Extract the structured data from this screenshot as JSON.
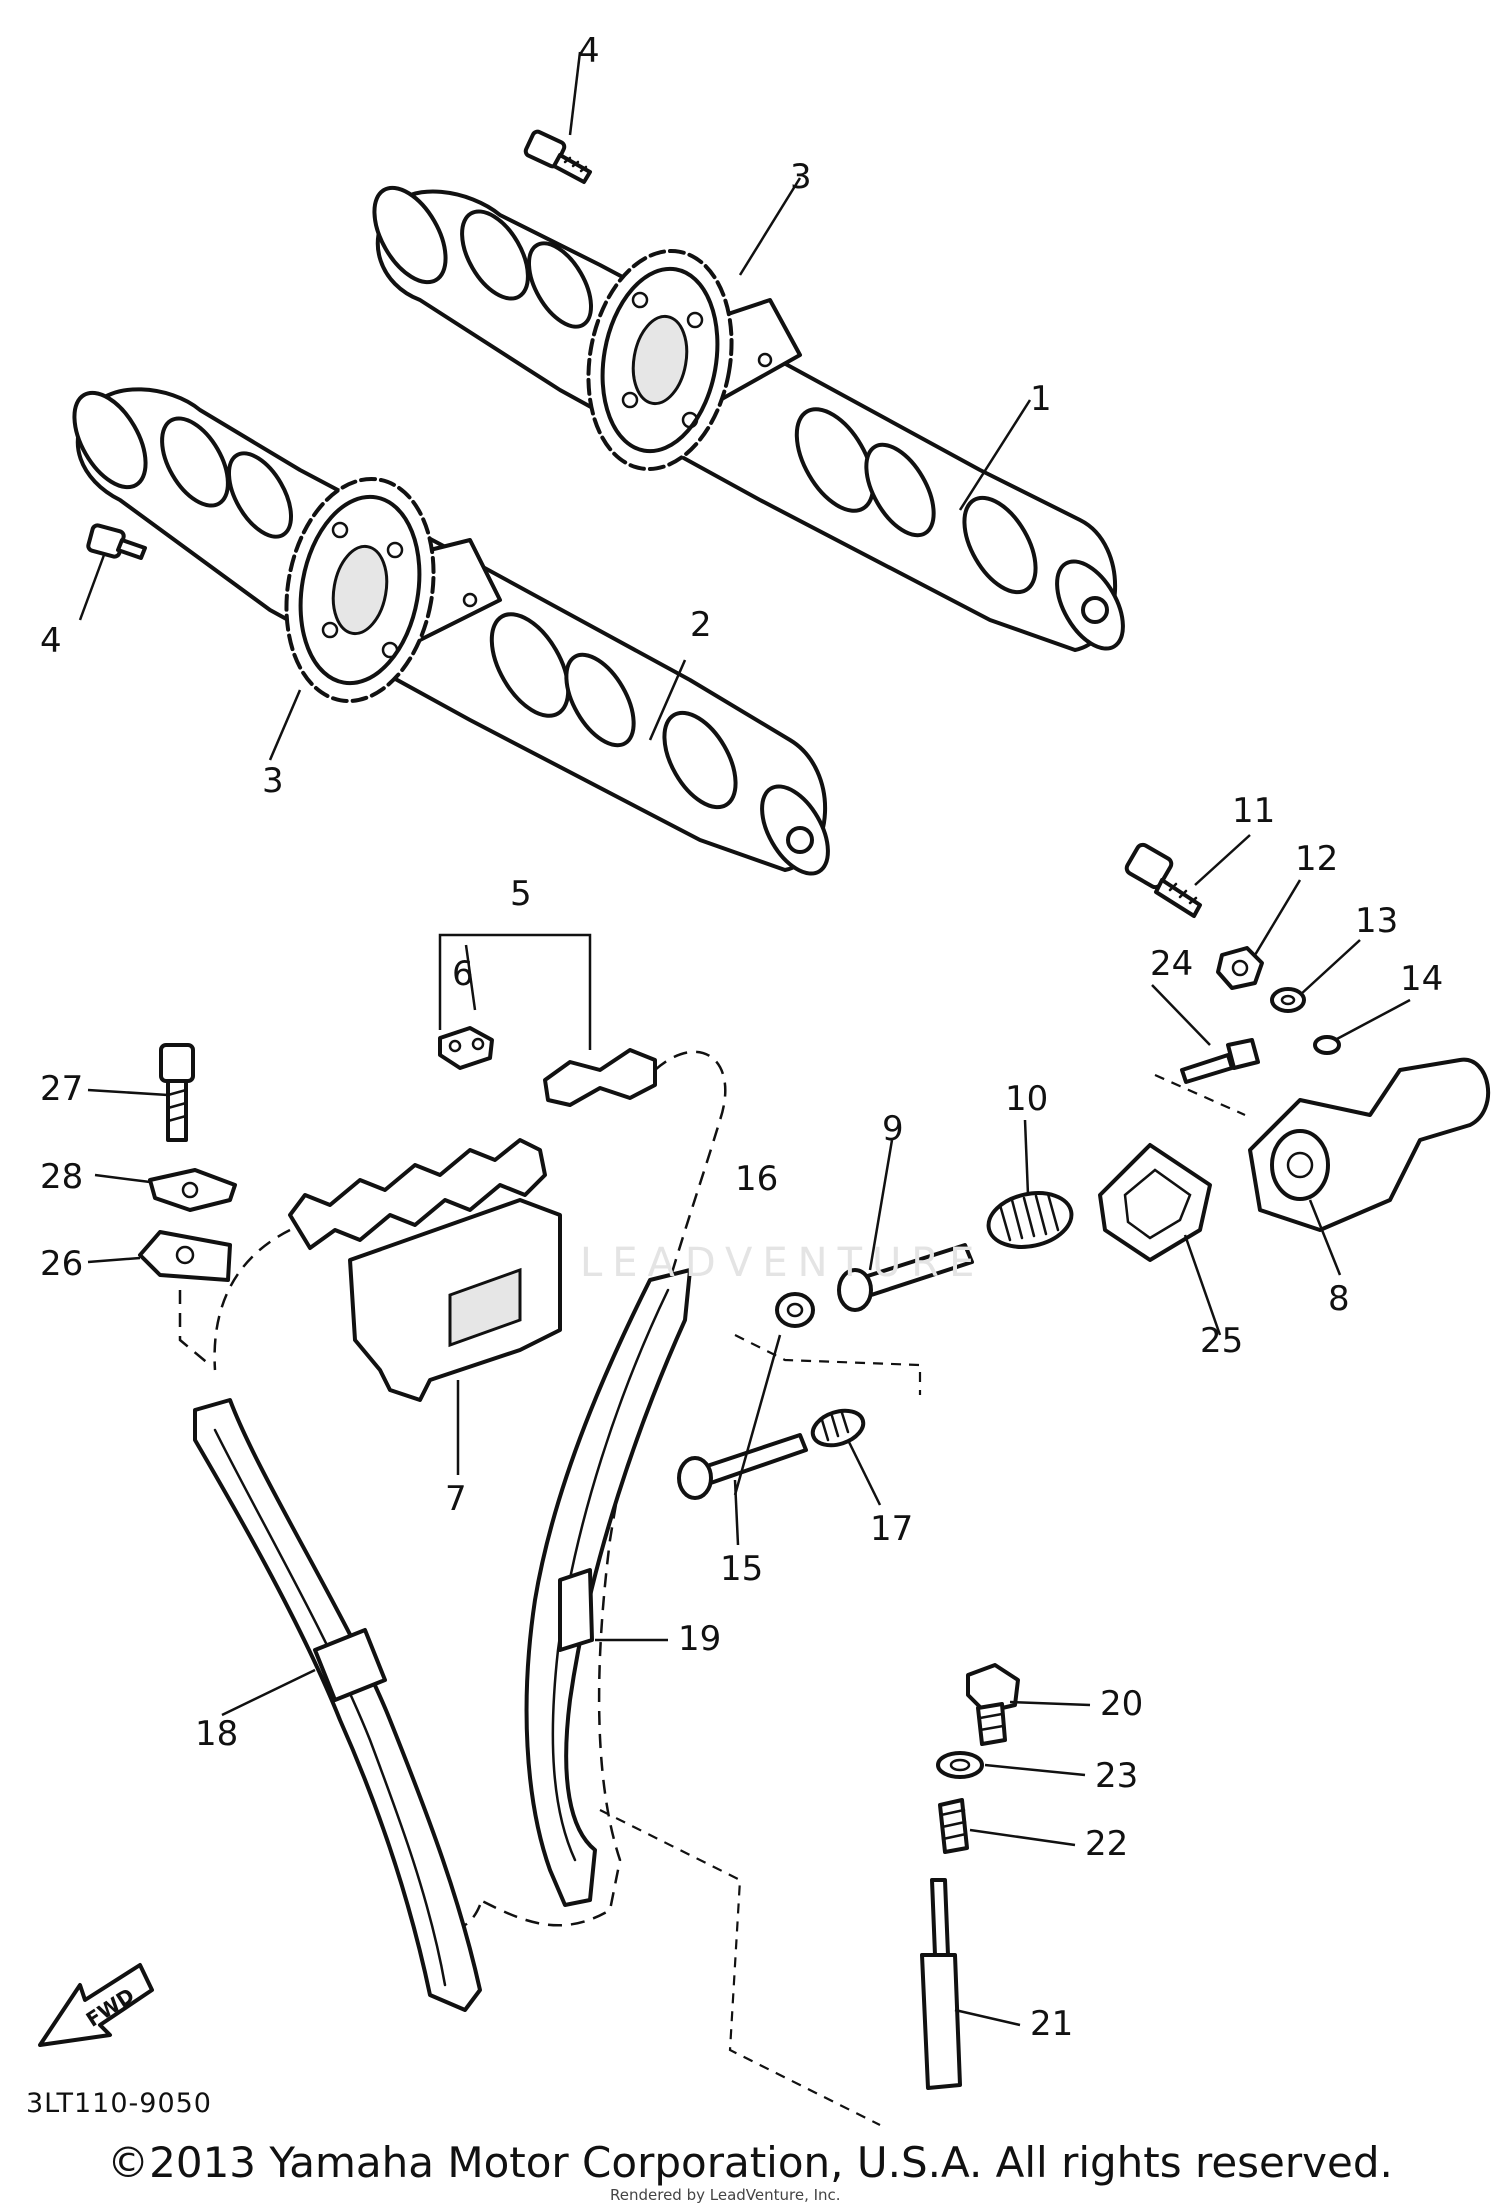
{
  "diagram": {
    "callouts": [
      "1",
      "2",
      "3",
      "3",
      "4",
      "4",
      "5",
      "6",
      "7",
      "8",
      "9",
      "10",
      "11",
      "12",
      "13",
      "14",
      "15",
      "16",
      "17",
      "18",
      "19",
      "20",
      "21",
      "22",
      "23",
      "24",
      "25",
      "26",
      "27",
      "28"
    ],
    "fwd_label": "FWD",
    "diagram_code": "3LT110-9050",
    "copyright": "©2013 Yamaha Motor Corporation, U.S.A. All rights reserved.",
    "render_note": "Rendered by LeadVenture, Inc.",
    "watermark": "LEADVENTURE"
  }
}
